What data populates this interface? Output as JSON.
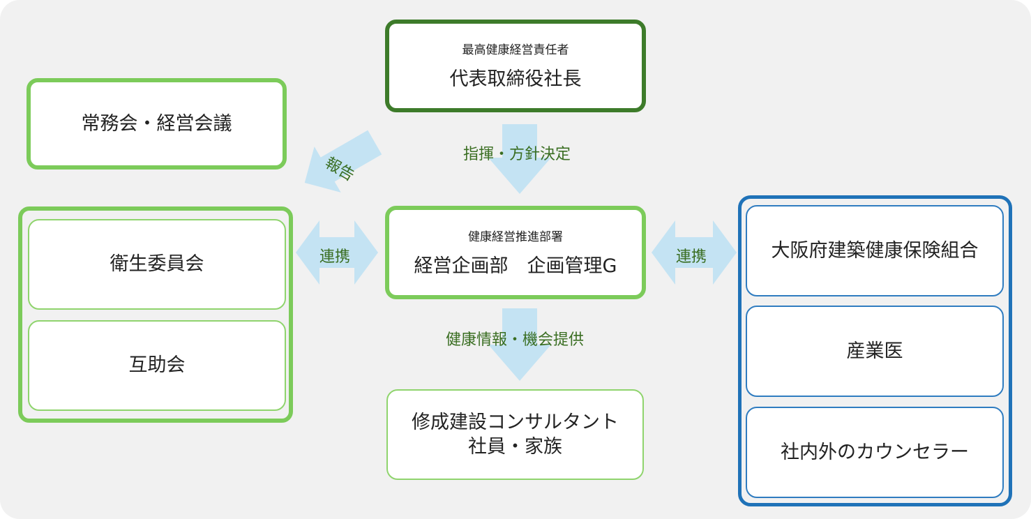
{
  "top": {
    "caption": "最高健康経営責任者",
    "title": "代表取締役社長"
  },
  "board": {
    "title": "常務会・経営会議"
  },
  "center": {
    "caption": "健康経営推進部署",
    "title": "経営企画部　企画管理G"
  },
  "left_group": {
    "items": [
      "衛生委員会",
      "互助会"
    ]
  },
  "right_group": {
    "items": [
      "大阪府建築健康保険組合",
      "産業医",
      "社内外のカウンセラー"
    ]
  },
  "bottom": {
    "line1": "修成建設コンサルタント",
    "line2": "社員・家族"
  },
  "arrows": {
    "direct": "指揮・方針決定",
    "report": "報告",
    "cooperate_left": "連携",
    "cooperate_right": "連携",
    "provide": "健康情報・機会提供"
  },
  "colors": {
    "arrow_fill": "#c4e3f3",
    "green": "#7ccb5a",
    "dark_green": "#3d7b2a",
    "blue": "#1f72b8"
  }
}
